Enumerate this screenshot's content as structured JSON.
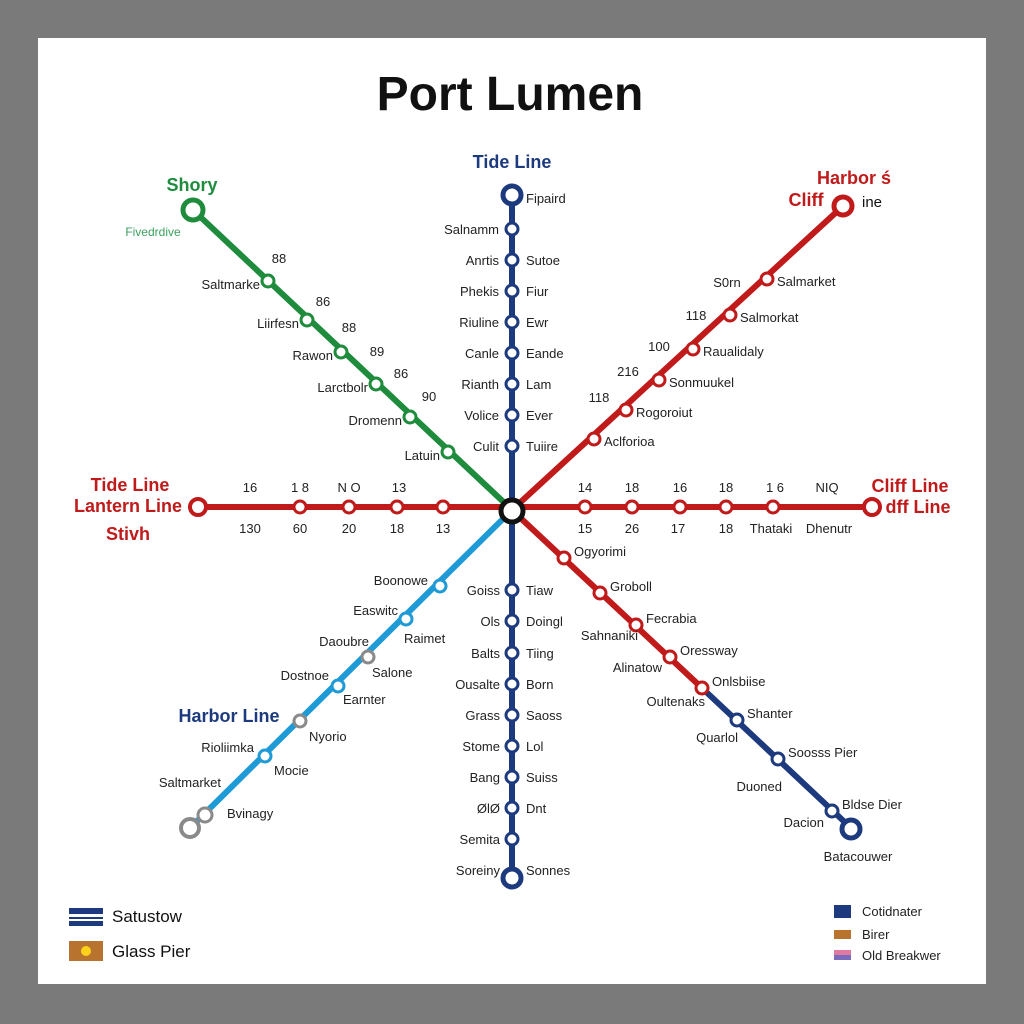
{
  "title": "Port Lumen",
  "colors": {
    "tide": "#1c3a7d",
    "cliff": "#c01a1a",
    "shory": "#1e8c3c",
    "harbor": "#1e9ad6",
    "grey_station": "#8a8a8a",
    "background": "#7a7a7a",
    "panel": "#ffffff"
  },
  "line_titles": {
    "tide_top": "Tide Line",
    "shory": "Shory",
    "shory_sub": "Fivedrdive",
    "harbor_cliff_line1": "Harbor ś",
    "harbor_cliff_line2": "Cliff",
    "harbor_cliff_ine": "ine",
    "west_tide": "Tide Line",
    "west_lantern": "Lantern Line",
    "west_stivh": "Stivh",
    "east_cliff": "Cliff Line",
    "east_dff": "dff Line",
    "harbor_line": "Harbor Line"
  },
  "tide_line_stations": {
    "left": [
      "Salnamm",
      "Anrtis",
      "Phekis",
      "Riuline",
      "Canle",
      "Rianth",
      "Volice",
      "Culit"
    ],
    "right": [
      "Fipaird",
      "Sutoe",
      "Fiur",
      "Ewr",
      "Eande",
      "Lam",
      "Ever",
      "Tuiire"
    ]
  },
  "tide_line_lower": {
    "left": [
      "Goiss",
      "Ols",
      "Balts",
      "Ousalte",
      "Grass",
      "Stome",
      "Bang",
      "ØlØ",
      "Semita",
      "Soreiny"
    ],
    "right": [
      "Tiaw",
      "Doingl",
      "Tiing",
      "Born",
      "Saoss",
      "Lol",
      "Suiss",
      "Dnt",
      "",
      "Sonnes"
    ]
  },
  "shory_line": {
    "labels": [
      "Saltmarke",
      "Liirfesn",
      "Rawon",
      "Larctbolr",
      "Dromenn",
      "Latuin"
    ],
    "numbers": [
      "88",
      "86",
      "88",
      "89",
      "86",
      "90"
    ]
  },
  "cliff_ne_line": {
    "labels": [
      "Salmarket",
      "Salmorkat",
      "Raualidaly",
      "Sonmuukel",
      "Rogoroiut",
      "Aclforioa"
    ],
    "numbers": [
      "S0rn",
      "118",
      "100",
      "216",
      "118",
      ""
    ]
  },
  "west_line": {
    "top_numbers": [
      "16",
      "1 8",
      "N O",
      "13"
    ],
    "bottom_numbers": [
      "130",
      "60",
      "20",
      "18",
      "13"
    ]
  },
  "east_line": {
    "top_numbers": [
      "14",
      "18",
      "16",
      "18",
      "1 6",
      "NIQ"
    ],
    "bottom_numbers": [
      "15",
      "26",
      "17",
      "18",
      "Thataki",
      "Dhenutr"
    ]
  },
  "se_line": {
    "right_labels": [
      "Ogyorimi",
      "Groboll",
      "Fecrabia",
      "Oressway",
      "Onlsbiise",
      "Shanter",
      "Soosss Pier",
      "Bldse Dier"
    ],
    "left_labels": [
      "Sahnaniki",
      "Alinatow",
      "Oultenaks",
      "Quarlol",
      "Duoned",
      "Dacion"
    ],
    "terminus": "Batacouwer"
  },
  "harbor_sw_line": {
    "left_labels": [
      "Boonowe",
      "Easwitc",
      "Daoubre",
      "Dostnoe",
      "Rioliimka",
      "Saltmarket"
    ],
    "right_labels": [
      "Raimet",
      "Salone",
      "Earnter",
      "Nyorio",
      "Mocie",
      "Bvinagy"
    ]
  },
  "legend_left": [
    {
      "label": "Satustow",
      "swatch": "flag"
    },
    {
      "label": "Glass Pier",
      "swatch": "dot"
    }
  ],
  "legend_right": [
    {
      "label": "Cotidnater",
      "color": "#1c3a7d"
    },
    {
      "label": "Birer",
      "color": "#b8742e"
    },
    {
      "label": "Old Breakwer",
      "color": "#7a6bbd"
    }
  ]
}
